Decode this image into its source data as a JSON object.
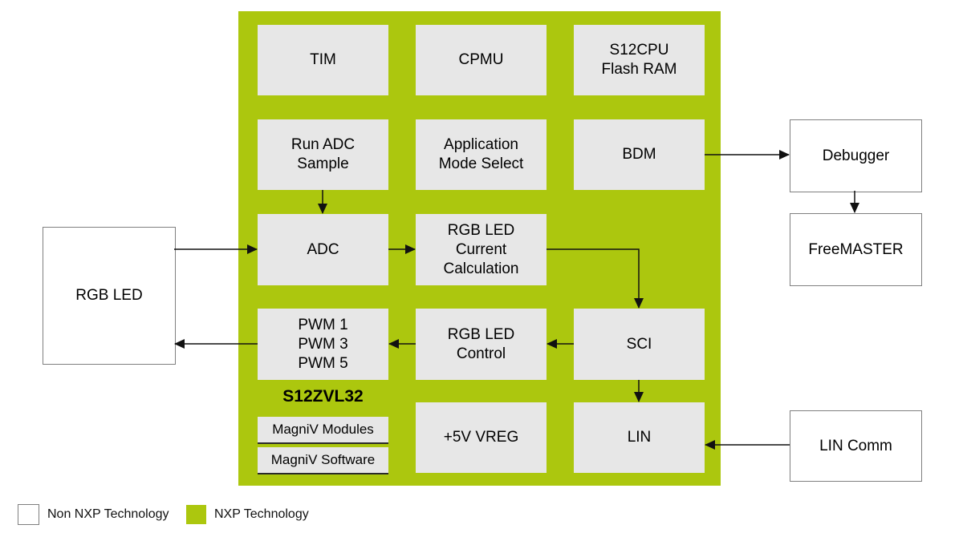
{
  "diagram": {
    "soc": {
      "name": "S12ZVL32",
      "blocks": {
        "tim": "TIM",
        "cpmu": "CPMU",
        "s12cpu": "S12CPU\nFlash RAM",
        "run_adc": "Run ADC\nSample",
        "app_mode": "Application\nMode Select",
        "bdm": "BDM",
        "adc": "ADC",
        "rgb_calc": "RGB LED\nCurrent\nCalculation",
        "pwm": "PWM 1\nPWM 3\nPWM 5",
        "rgb_ctrl": "RGB LED\nControl",
        "sci": "SCI",
        "vreg": "+5V VREG",
        "lin": "LIN"
      },
      "sub_blocks": {
        "modules": "MagniV Modules",
        "software": "MagniV Software"
      }
    },
    "external": {
      "rgb_led": "RGB LED",
      "debugger": "Debugger",
      "freemaster": "FreeMASTER",
      "lin_comm": "LIN Comm"
    },
    "legend": {
      "non_nxp": "Non NXP Technology",
      "nxp": "NXP Technology"
    },
    "colors": {
      "nxp_green": "#ACC70E",
      "block_fill": "#E7E7E7",
      "box_border": "#7f7f7f",
      "arrow": "#111111",
      "text": "#000000"
    }
  }
}
